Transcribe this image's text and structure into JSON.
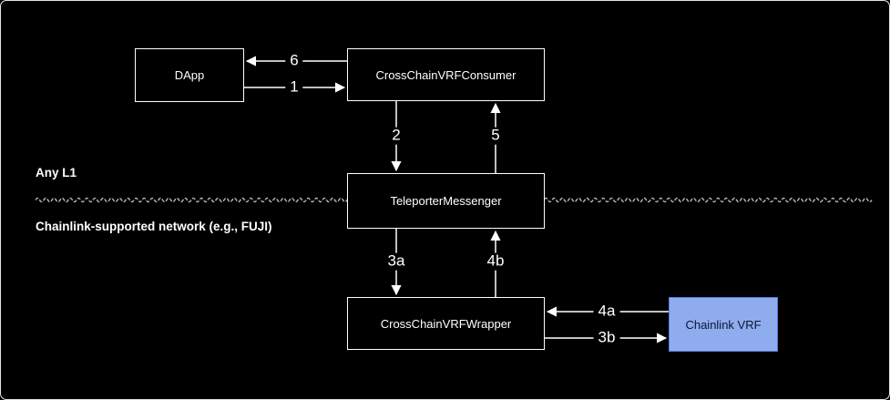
{
  "canvas": {
    "background": "#000000",
    "frame_border": "#FFFFFF",
    "node_border": "#FFFFFF",
    "node_text": "#FFFFFF",
    "arrow_color": "#FFFFFF",
    "divider_color": "#B3B3B3",
    "accent_fill": "#8FACEE",
    "accent_border": "#5B79D9",
    "accent_text": "#0B1437"
  },
  "regions": {
    "top_label": "Any L1",
    "bottom_label": "Chainlink-supported network (e.g., FUJI)"
  },
  "nodes": [
    {
      "id": "dapp",
      "label": "DApp"
    },
    {
      "id": "consumer",
      "label": "CrossChainVRFConsumer"
    },
    {
      "id": "teleporter",
      "label": "TeleporterMessenger"
    },
    {
      "id": "wrapper",
      "label": "CrossChainVRFWrapper"
    },
    {
      "id": "chainlink-vrf",
      "label": "Chainlink VRF"
    }
  ],
  "edges": [
    {
      "label": "6",
      "from": "CrossChainVRFConsumer",
      "to": "DApp"
    },
    {
      "label": "1",
      "from": "DApp",
      "to": "CrossChainVRFConsumer"
    },
    {
      "label": "2",
      "from": "CrossChainVRFConsumer",
      "to": "TeleporterMessenger"
    },
    {
      "label": "5",
      "from": "TeleporterMessenger",
      "to": "CrossChainVRFConsumer"
    },
    {
      "label": "3a",
      "from": "TeleporterMessenger",
      "to": "CrossChainVRFWrapper"
    },
    {
      "label": "4b",
      "from": "CrossChainVRFWrapper",
      "to": "TeleporterMessenger"
    },
    {
      "label": "4a",
      "from": "Chainlink VRF",
      "to": "CrossChainVRFWrapper"
    },
    {
      "label": "3b",
      "from": "CrossChainVRFWrapper",
      "to": "Chainlink VRF"
    }
  ]
}
